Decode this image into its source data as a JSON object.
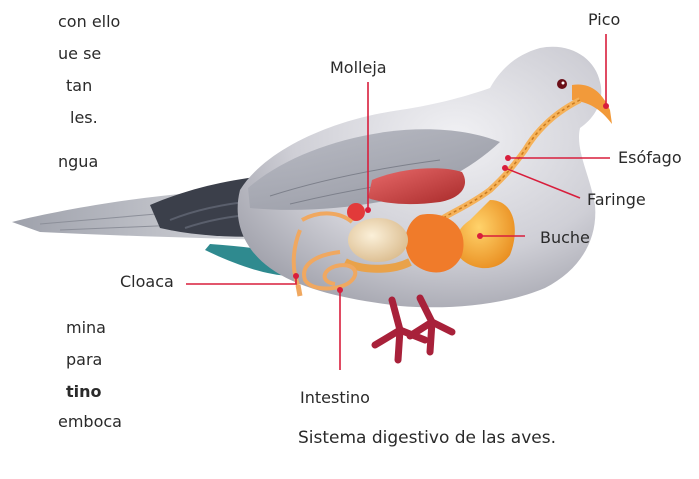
{
  "side_text": [
    {
      "text": "con ello",
      "bold": false
    },
    {
      "text": "ue se",
      "bold": false
    },
    {
      "text": "tan",
      "bold": false
    },
    {
      "text": "les.",
      "bold": false
    },
    {
      "text": "ngua",
      "bold": false
    },
    {
      "text": "mina",
      "bold": false
    },
    {
      "text": "para",
      "bold": false
    },
    {
      "text": "tino",
      "bold": true
    },
    {
      "text": "emboca",
      "bold": false
    }
  ],
  "labels": {
    "pico": "Pico",
    "molleja": "Molleja",
    "esofago": "Esófago",
    "faringe": "Faringe",
    "buche": "Buche",
    "cloaca": "Cloaca",
    "intestino": "Intestino"
  },
  "caption": "Sistema digestivo de las aves.",
  "colors": {
    "leader_line": "#d81e3c",
    "body_gray": "#c9c9cf",
    "dark_feather": "#3b3f4a",
    "teal_feather": "#2f8a8f",
    "beak_orange": "#f29a3a",
    "gizzard": "#e6d3b0",
    "crop": "#f3a53a",
    "liver": "#c73a3a",
    "legs": "#a8213a"
  }
}
